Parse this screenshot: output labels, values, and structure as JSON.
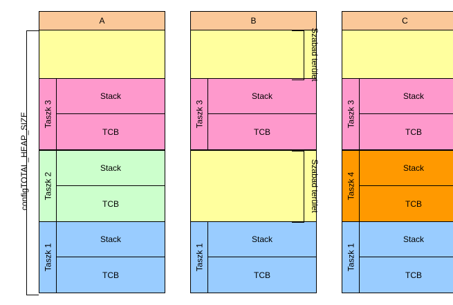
{
  "heap_label": "configTOTAL_HEAP_SIZE",
  "free_area_label": "Szabad terület",
  "stack_label": "Stack",
  "tcb_label": "TCB",
  "columns": {
    "a": {
      "title": "A",
      "tasks": [
        "Taszk 3",
        "Taszk 2",
        "Taszk 1"
      ]
    },
    "b": {
      "title": "B",
      "tasks": [
        "Taszk 3",
        "Taszk 1"
      ]
    },
    "c": {
      "title": "C",
      "tasks": [
        "Taszk 3",
        "Taszk 4",
        "Taszk 1"
      ]
    }
  },
  "colors": {
    "header": "#fbc899",
    "free": "#ffff9e",
    "taszk_3": "#fe99cc",
    "taszk_2": "#ccffcc",
    "taszk_1": "#99ccff",
    "taszk_4": "#ff9900"
  }
}
